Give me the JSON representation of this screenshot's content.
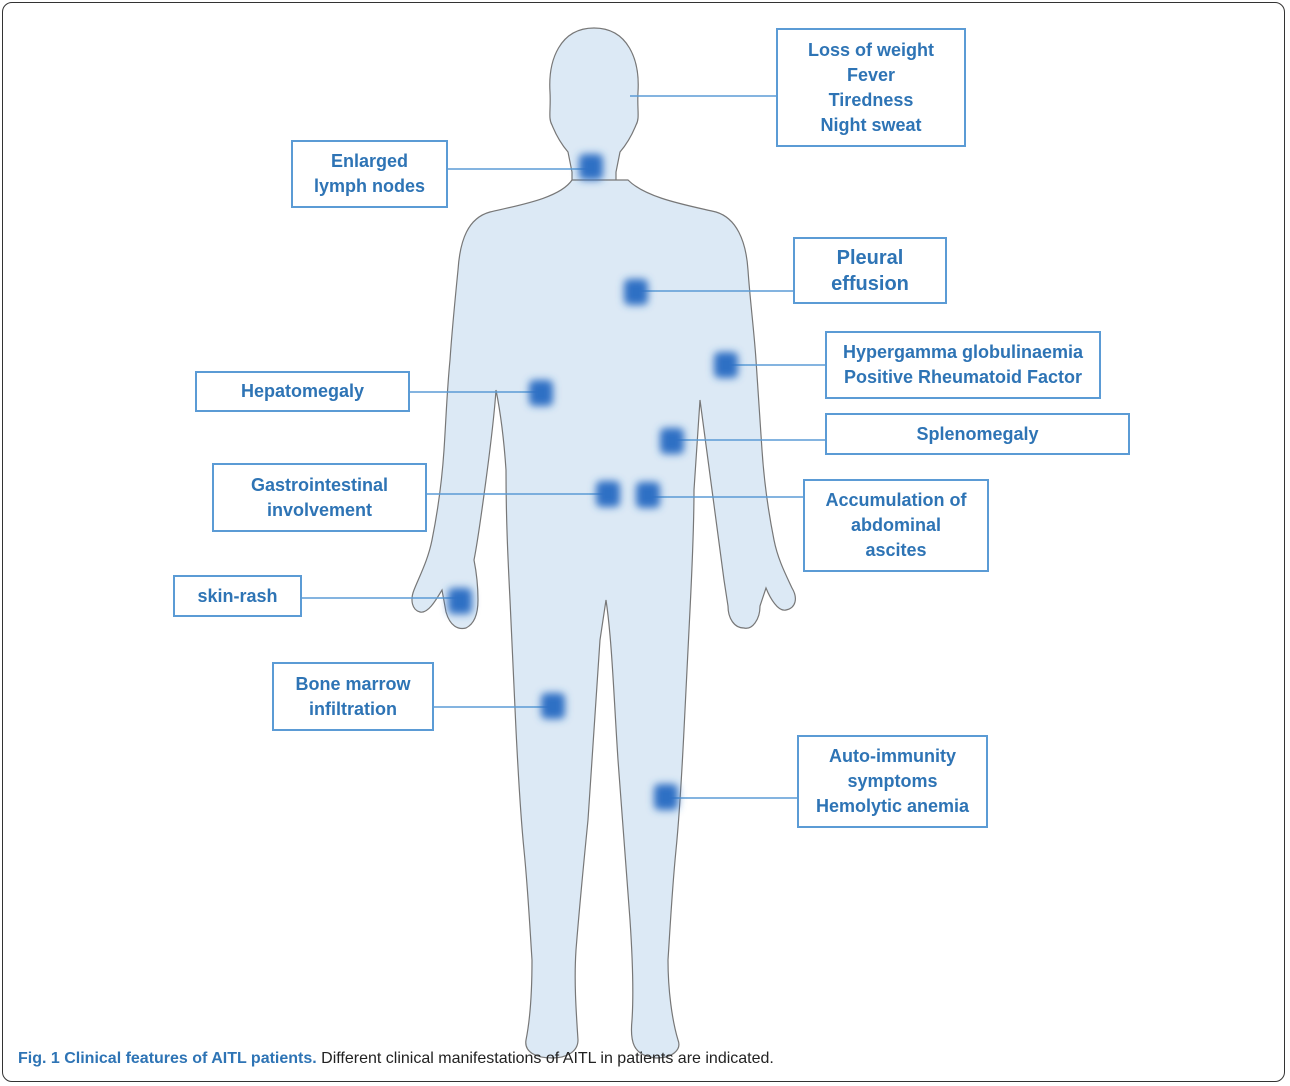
{
  "labels": {
    "constitutional": [
      "Loss of weight",
      "Fever",
      "Tiredness",
      "Night sweat"
    ],
    "lymph_nodes": [
      "Enlarged",
      "lymph nodes"
    ],
    "pleural": [
      "Pleural",
      "effusion"
    ],
    "hypergamma": [
      "Hypergamma globulinaemia",
      "Positive Rheumatoid Factor"
    ],
    "hepatomegaly": [
      "Hepatomegaly"
    ],
    "splenomegaly": [
      "Splenomegaly"
    ],
    "gastro": [
      "Gastrointestinal",
      "involvement"
    ],
    "ascites": [
      "Accumulation of",
      "abdominal",
      "ascites"
    ],
    "skin": [
      "skin-rash"
    ],
    "bone_marrow": [
      "Bone marrow",
      "infiltration"
    ],
    "autoimmunity": [
      "Auto-immunity",
      "symptoms",
      "Hemolytic anemia"
    ]
  },
  "caption": {
    "bold": "Fig. 1 Clinical features of AITL patients.",
    "text": " Different clinical manifestations of AITL in patients are indicated."
  },
  "colors": {
    "body_fill": "#dce9f5",
    "body_stroke": "#777777",
    "box_border": "#5b9bd5",
    "label_text": "#2e74b5",
    "dot": "#2e6fc4"
  }
}
